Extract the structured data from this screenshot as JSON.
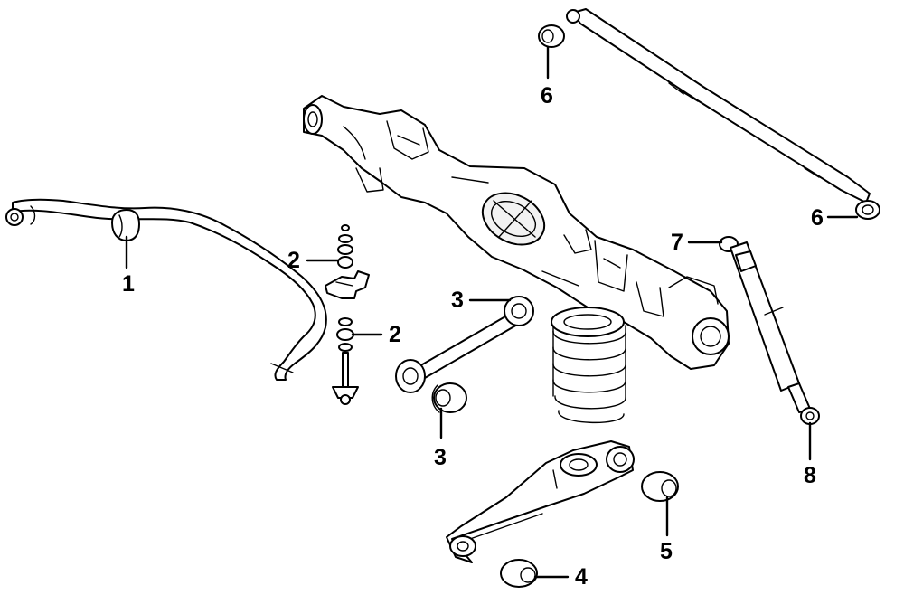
{
  "diagram": {
    "colors": {
      "line": "#000000",
      "background": "#ffffff"
    },
    "callouts": {
      "c1": "1",
      "c2a": "2",
      "c2b": "2",
      "c3a": "3",
      "c3b": "3",
      "c4": "4",
      "c5": "5",
      "c6a": "6",
      "c6b": "6",
      "c7": "7",
      "c8": "8"
    }
  }
}
